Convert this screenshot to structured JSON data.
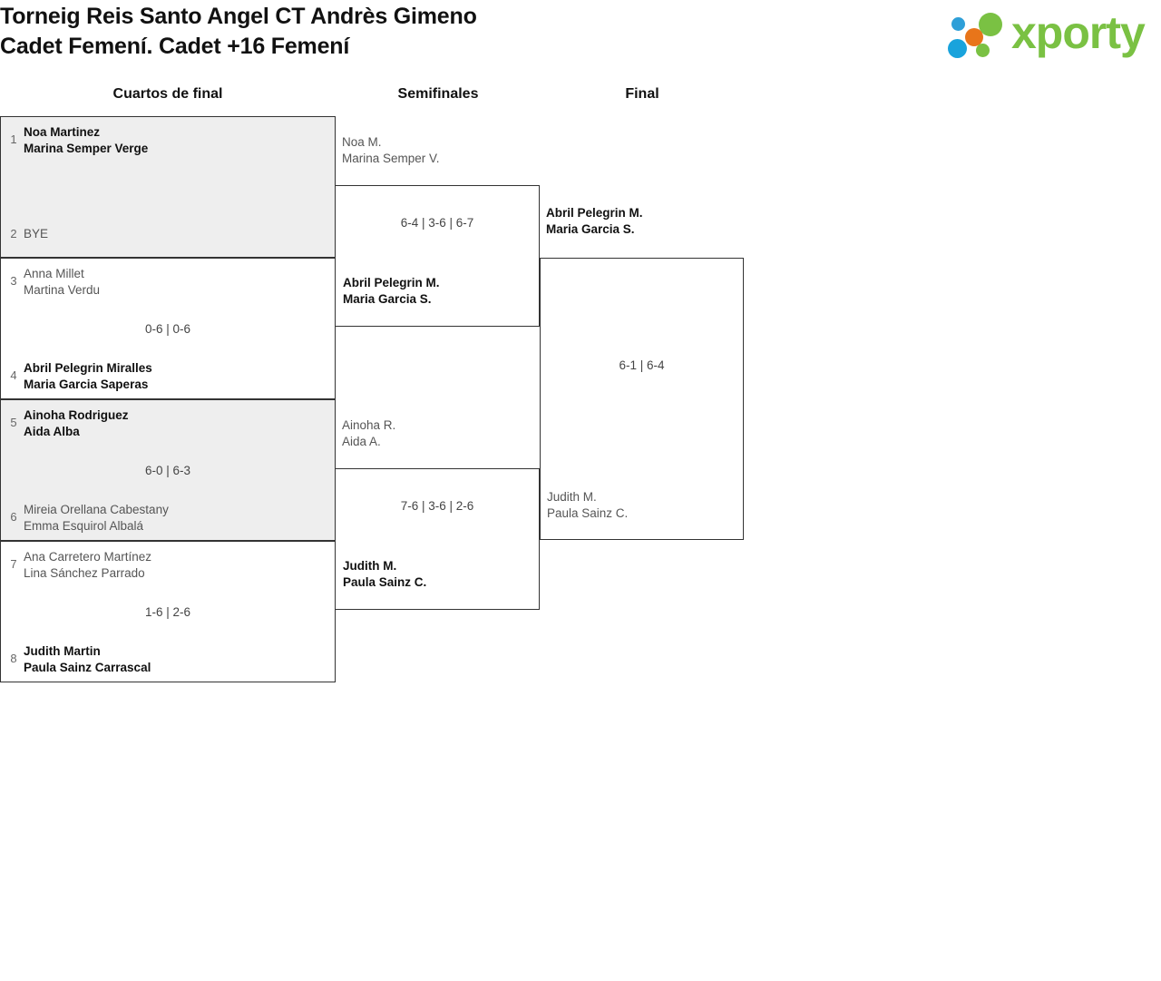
{
  "header": {
    "title_line1": "Torneig Reis Santo Angel CT Andrès Gimeno",
    "title_line2": "Cadet Femení. Cadet +16 Femení",
    "logo_text": "xporty",
    "brand_green": "#7ac143",
    "brand_blue": "#2e9fd8",
    "brand_orange": "#e8751a"
  },
  "rounds": [
    {
      "label": "Cuartos de final"
    },
    {
      "label": "Semifinales"
    },
    {
      "label": "Final"
    }
  ],
  "quarterfinals": [
    {
      "shaded": true,
      "score": "",
      "top": {
        "seed": "1",
        "line1": "Noa Martinez",
        "line2": "Marina Semper Verge",
        "winner": true
      },
      "bottom": {
        "seed": "2",
        "line1": "BYE",
        "line2": "",
        "winner": false
      }
    },
    {
      "shaded": false,
      "score": "0-6 | 0-6",
      "top": {
        "seed": "3",
        "line1": "Anna Millet",
        "line2": "Martina Verdu",
        "winner": false
      },
      "bottom": {
        "seed": "4",
        "line1": "Abril Pelegrin Miralles",
        "line2": "Maria Garcia Saperas",
        "winner": true
      }
    },
    {
      "shaded": true,
      "score": "6-0 | 6-3",
      "top": {
        "seed": "5",
        "line1": "Ainoha Rodriguez",
        "line2": "Aida Alba",
        "winner": true
      },
      "bottom": {
        "seed": "6",
        "line1": "Mireia Orellana Cabestany",
        "line2": "Emma Esquirol Albalá",
        "winner": false
      }
    },
    {
      "shaded": false,
      "score": "1-6 | 2-6",
      "top": {
        "seed": "7",
        "line1": "Ana Carretero Martínez",
        "line2": "Lina Sánchez Parrado",
        "winner": false
      },
      "bottom": {
        "seed": "8",
        "line1": "Judith Martin",
        "line2": "Paula Sainz Carrascal",
        "winner": true
      }
    }
  ],
  "semifinals": [
    {
      "score": "6-4 | 3-6 | 6-7",
      "top": {
        "line1": "Noa M.",
        "line2": "Marina Semper V.",
        "winner": false
      },
      "bottom": {
        "line1": "Abril Pelegrin M.",
        "line2": "Maria Garcia S.",
        "winner": true
      }
    },
    {
      "score": "7-6 | 3-6 | 2-6",
      "top": {
        "line1": "Ainoha R.",
        "line2": "Aida A.",
        "winner": false
      },
      "bottom": {
        "line1": "Judith M.",
        "line2": "Paula Sainz C.",
        "winner": true
      }
    }
  ],
  "final": {
    "score": "6-1 | 6-4",
    "top": {
      "line1": "Abril Pelegrin M.",
      "line2": "Maria Garcia S.",
      "winner": true
    },
    "bottom": {
      "line1": "Judith M.",
      "line2": "Paula Sainz C.",
      "winner": false
    }
  }
}
